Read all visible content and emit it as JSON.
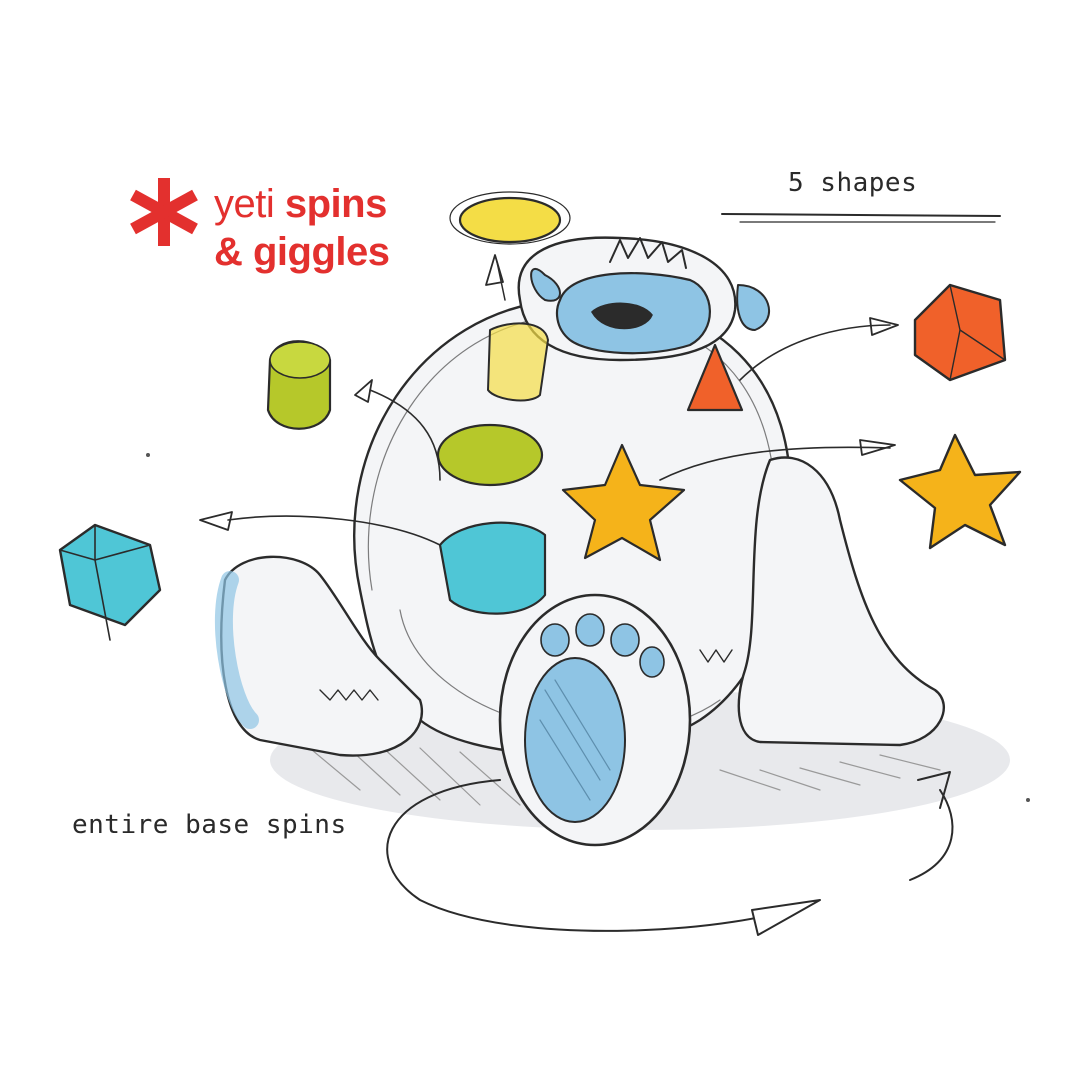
{
  "title": {
    "line1_light": "yeti",
    "line1_bold": "spins",
    "line2_bold": "& giggles"
  },
  "annotations": {
    "shapes_note": "5 shapes",
    "base_note": "entire base spins"
  },
  "colors": {
    "brand_red": "#e3302e",
    "shape_yellow": "#f4dd46",
    "shape_green": "#b6c82a",
    "shape_orange": "#f0612a",
    "shape_star": "#f5b31a",
    "shape_cyan": "#4fc6d6",
    "yeti_blue": "#8ec4e4",
    "sketch_ink": "#2b2b2b"
  },
  "icons": {
    "logo": "red-asterisk-icon"
  }
}
